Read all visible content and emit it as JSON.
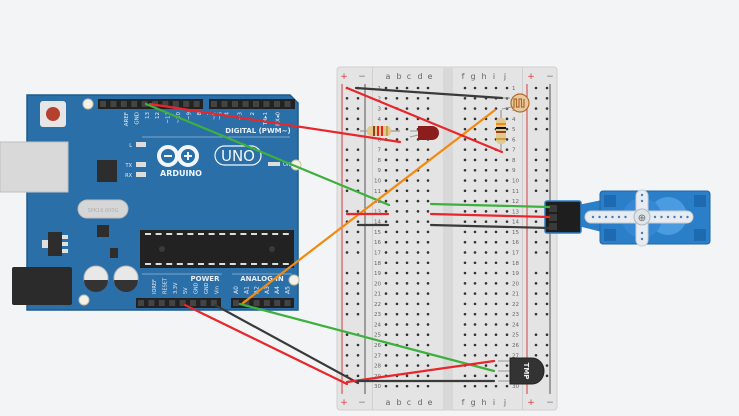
{
  "arduino": {
    "brand": "ARDUINO",
    "model": "UNO",
    "crystal": "SPK16.000G",
    "digital_label": "DIGITAL (PWM~)",
    "power_label": "POWER",
    "analog_label": "ANALOG IN",
    "on_label": "ON",
    "led_labels": [
      "L",
      "TX",
      "RX"
    ],
    "digital_pins": [
      "AREF",
      "GND",
      "13",
      "12",
      "~11",
      "~10",
      "~9",
      "8",
      "7",
      "~6",
      "~5",
      "4",
      "~3",
      "2",
      "TX▸1",
      "RX◂0"
    ],
    "power_pins": [
      "IOREF",
      "RESET",
      "3.3V",
      "5V",
      "GND",
      "GND",
      "Vin"
    ],
    "analog_pins": [
      "A0",
      "A1",
      "A2",
      "A3",
      "A4",
      "A5"
    ],
    "colors": {
      "board": "#2a6fa7",
      "board_edge": "#1f5a8c"
    }
  },
  "breadboard": {
    "columns_left": [
      "a",
      "b",
      "c",
      "d",
      "e"
    ],
    "columns_right": [
      "f",
      "g",
      "h",
      "i",
      "j"
    ],
    "rows": 30,
    "rail_plus": "+",
    "rail_minus": "−"
  },
  "components": {
    "servo": {
      "name": "Micro Servo",
      "color": "#2b7fc8"
    },
    "temp_sensor": {
      "label": "TMP"
    },
    "led": {
      "color": "#8c1d1d"
    },
    "photoresistor": {
      "name": "LDR"
    },
    "resistors": [
      "resistor-led",
      "resistor-ldr"
    ]
  },
  "wire_colors": {
    "red": "#e8262b",
    "black": "#3a3a3a",
    "green": "#3db03d",
    "orange": "#f28a10"
  }
}
